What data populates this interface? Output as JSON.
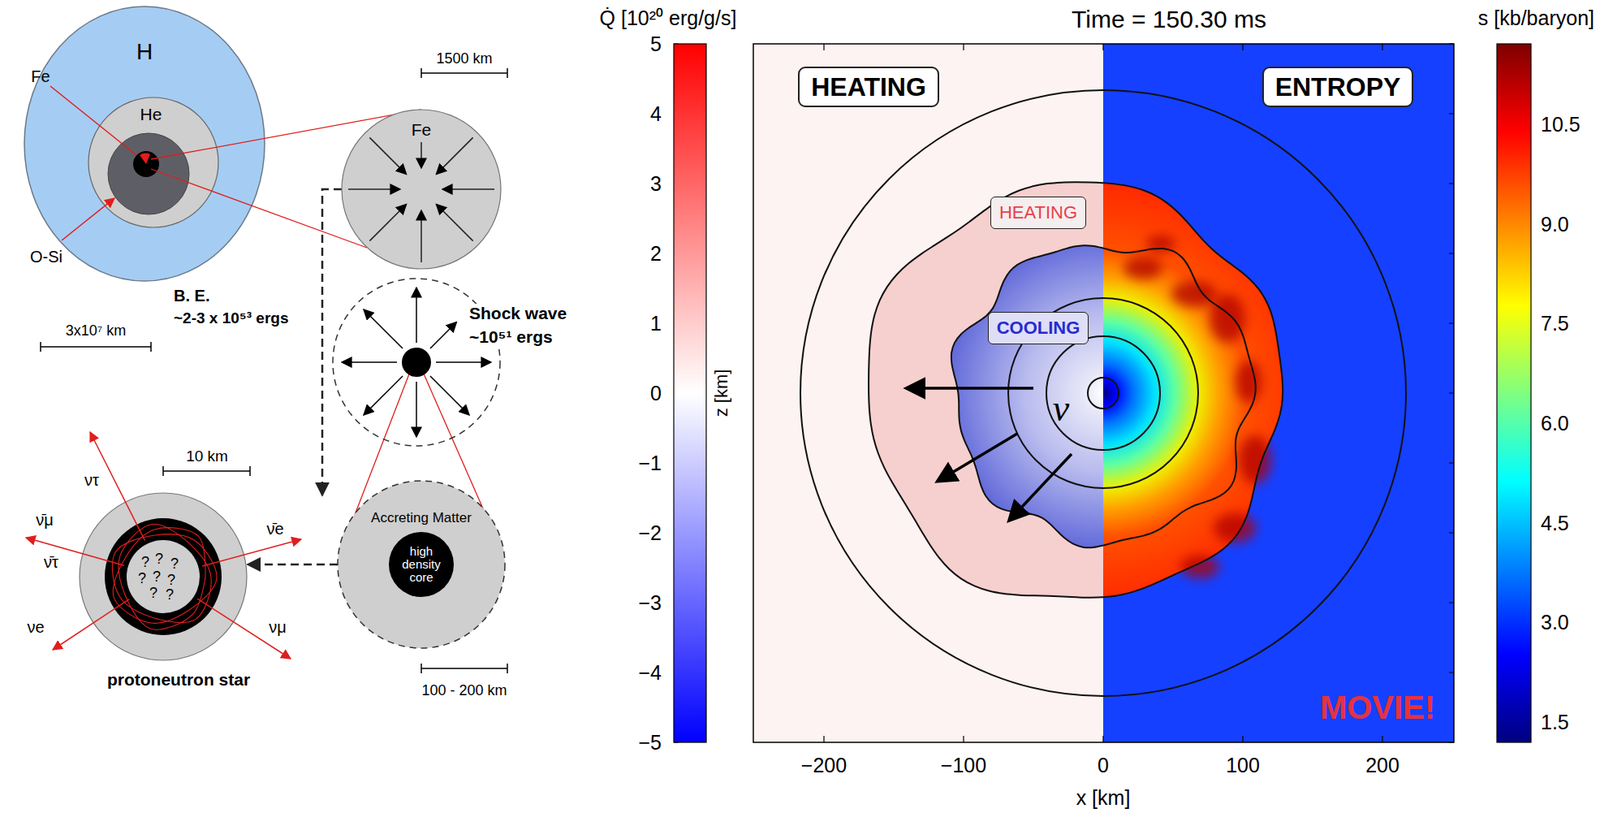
{
  "diagram": {
    "nodes": [
      {
        "text": [
          "H"
        ]
      },
      {
        "text": [
          "He"
        ],
        "in": 0
      },
      {
        "text": [
          "Fe"
        ]
      },
      {
        "text": [
          "Accreting Matter"
        ]
      },
      {
        "text": [
          "high density core"
        ],
        "in": 3
      },
      {
        "text": [
          "protoneutron star"
        ]
      },
      {
        "text": [
          "HEATING"
        ]
      },
      {
        "text": [
          "ENTROPY"
        ]
      },
      {
        "text": [
          "HEATING"
        ]
      },
      {
        "text": [
          "COOLING"
        ]
      }
    ],
    "edges": [
      {
        "from": 2,
        "to": 3,
        "arrow": "to"
      },
      {
        "from": 3,
        "to": 5,
        "arrow": "to"
      }
    ],
    "labels": [
      "Fe",
      "O-Si",
      "3x10⁷ km",
      "B. E.",
      "~2-3 x 10⁵³ ergs",
      "1500 km",
      "Shock wave",
      "~10⁵¹ ergs",
      "100 - 200 km",
      "10 km",
      "ντ",
      "ν̄μ",
      "ν̄τ",
      "νe",
      "ν̄e",
      "νμ",
      "?",
      "?",
      "?",
      "?",
      "?",
      "?",
      "?",
      "?",
      "Q̇ [10²⁰ erg/g/s]",
      "Time = 150.30 ms",
      "s [kb/baryon]",
      "5",
      "4",
      "3",
      "2",
      "1",
      "0",
      "−1",
      "−2",
      "−3",
      "−4",
      "−5",
      "z [km]",
      "−200",
      "−100",
      "0",
      "100",
      "200",
      "x [km]",
      "10.5",
      "9.0",
      "7.5",
      "6.0",
      "4.5",
      "3.0",
      "1.5",
      "ν",
      "MOVIE!"
    ]
  }
}
